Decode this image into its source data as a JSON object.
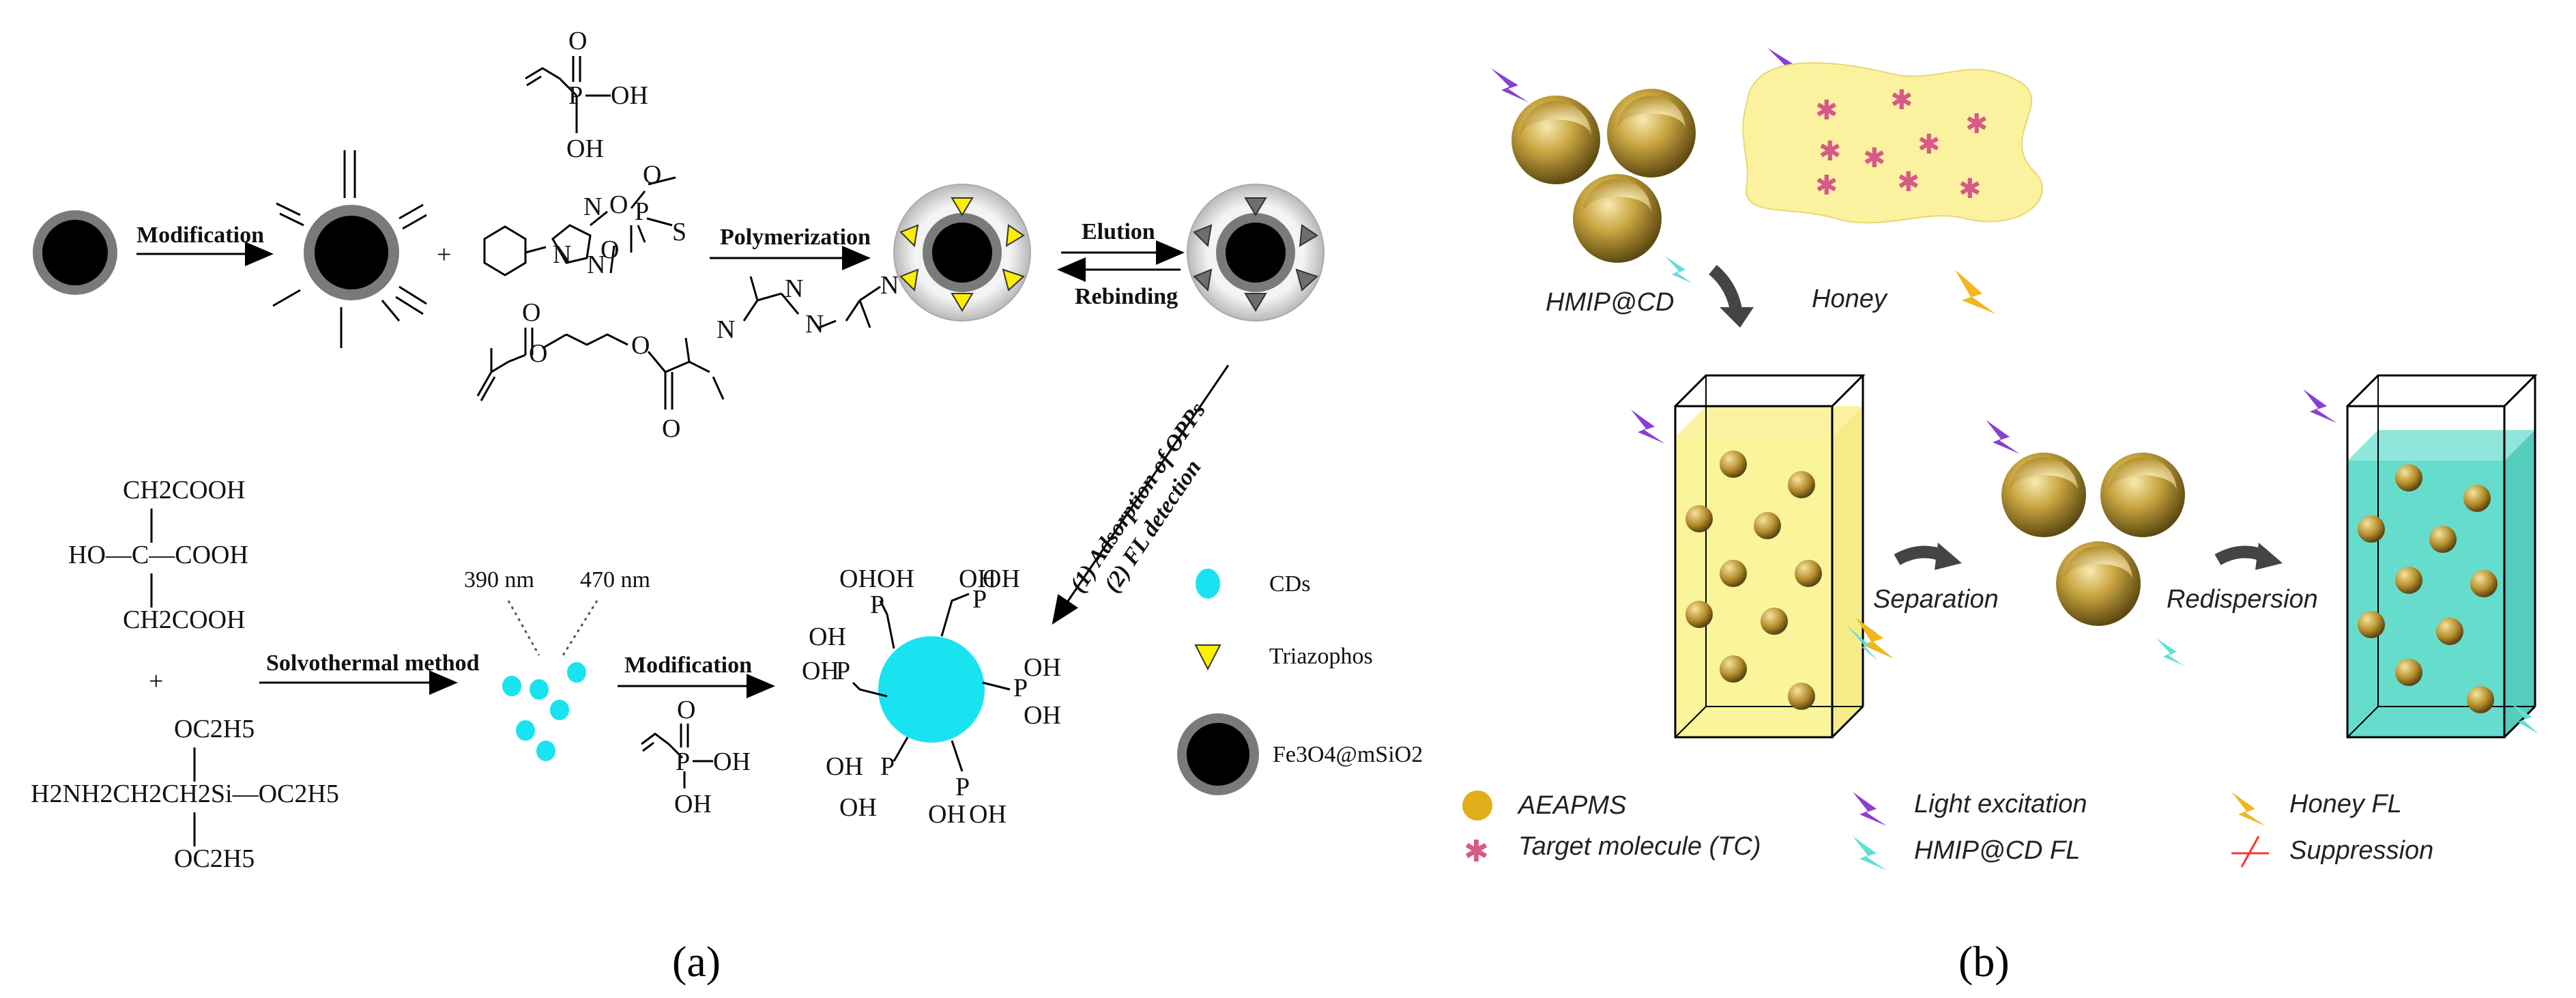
{
  "panel_a": {
    "label": "(a)",
    "steps": {
      "modification1": "Modification",
      "polymerization": "Polymerization",
      "elution": "Elution",
      "rebinding": "Rebinding",
      "adsorption": "(1) Adsorption of OPPs",
      "fl_detection": "(2) FL detection",
      "solvothermal": "Solvothermal method",
      "modification2": "Modification"
    },
    "wavelengths": {
      "ex": "390 nm",
      "em": "470 nm"
    },
    "plus1": "+",
    "plus2": "+",
    "legend": {
      "cds": "CDs",
      "triazophos": "Triazophos",
      "core": "Fe3O4@mSiO2"
    },
    "chemistry": {
      "oh": "OH",
      "p": "P",
      "o": "O",
      "s": "S",
      "n": "N",
      "citric_1": "CH2COOH",
      "citric_2": "HO—C—COOH",
      "citric_3": "CH2COOH",
      "silane_top": "OC2H5",
      "silane_mid": "H2NH2CH2CH2Si—OC2H5",
      "silane_bot": "OC2H5"
    },
    "colors": {
      "core": "#000000",
      "shell": "#7a7a7a",
      "imprint": "#e6e6e6",
      "cd": "#19e3f0",
      "triazophos": "#ffee00"
    }
  },
  "panel_b": {
    "label": "(b)",
    "hmip_cd": "HMIP@CD",
    "honey": "Honey",
    "separation": "Separation",
    "redispersion": "Redispersion",
    "legend": {
      "aeapms": "AEAPMS",
      "target": "Target molecule (TC)",
      "light": "Light excitation",
      "hmip_fl": "HMIP@CD FL",
      "honey_fl": "Honey FL",
      "suppression": "Suppression"
    },
    "colors": {
      "sphere": "#c9a640",
      "honey": "#fbf2a0",
      "star": "#d65a86",
      "cuvette_yellow": "#faf59b",
      "cuvette_cyan": "#66dccd",
      "light": "#8a3fd1",
      "fl_cyan": "#5fe0d6",
      "fl_honey": "#f2b51c",
      "suppress": "#ff3333"
    }
  }
}
